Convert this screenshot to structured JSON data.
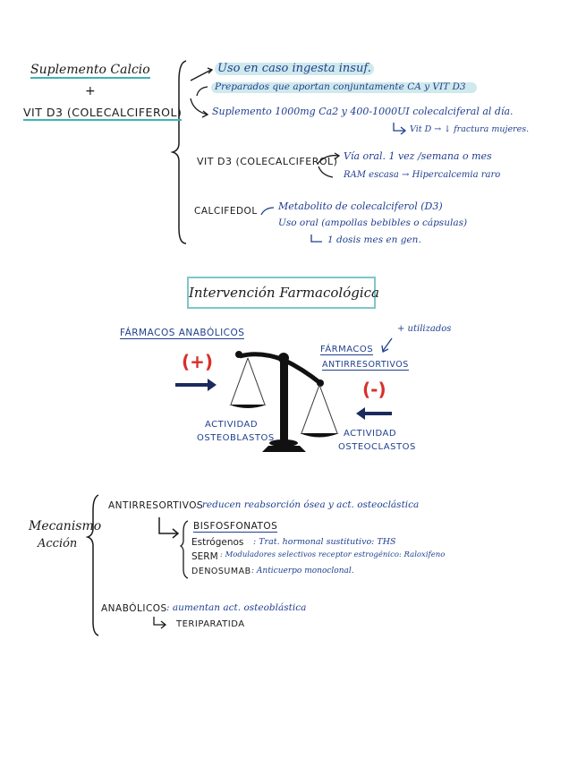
{
  "section1": {
    "left_title_1": "Suplemento Calcio",
    "left_plus": "+",
    "left_title_2": "VIT D3 (COLECALCIFEROL)",
    "line_uso": "Uso en caso ingesta insuf.",
    "line_preparados": "Preparados que aportan conjuntamente CA y VIT D3",
    "line_suplemento": "Suplemento 1000mg Ca2 y 400-1000UI colecalciferal al día.",
    "line_suplemento_note": "Vit D → ↓ fractura mujeres.",
    "vitd_label": "VIT D3 (COLECALCIFEROL)",
    "vitd_via": "Vía oral. 1 vez /semana o mes",
    "vitd_ram": "RAM escasa → Hipercalcemia raro",
    "calcifediol_label": "CALCIFEDOL",
    "calcifediol_1": "Metabolito de colecalciferol (D3)",
    "calcifediol_2": "Uso oral (ampollas bebibles o cápsulas)",
    "calcifediol_3": "1 dosis mes en gen."
  },
  "section2": {
    "title": "Intervención Farmacológica",
    "anabolicos": "FÁRMACOS ANABÓLICOS",
    "plus_sign": "(+)",
    "minus_sign": "(-)",
    "mas_utilizados": "+ utilizados",
    "antirres_1": "FÁRMACOS",
    "antirres_2": "ANTIRRESORTIVOS",
    "actividad_osteoblastos_1": "ACTIVIDAD",
    "actividad_osteoblastos_2": "OSTEOBLASTOS",
    "actividad_osteoclastos_1": "ACTIVIDAD",
    "actividad_osteoclastos_2": "OSTEOCLASTOS"
  },
  "section3": {
    "left_1": "Mecanismo",
    "left_2": "Acción",
    "antirres_label": "ANTIRRESORTIVOS",
    "antirres_desc": ": reducen reabsorción ósea y act. osteoclástica",
    "bisfosfonatos": "BISFOSFONATOS",
    "estrogenos_label": "Estrógenos",
    "estrogenos_desc": ": Trat. hormonal sustitutivo: THS",
    "serm_label": "SERM",
    "serm_desc": ": Moduladores selectivos receptor estrogénico: Raloxifeno",
    "denosumab_label": "DENOSUMAB",
    "denosumab_desc": ": Anticuerpo monoclonal.",
    "anabolicos_label": "ANABÓLICOS",
    "anabolicos_desc": ": aumentan act. osteoblástica",
    "teriparatida": "TERIPARATIDA"
  }
}
